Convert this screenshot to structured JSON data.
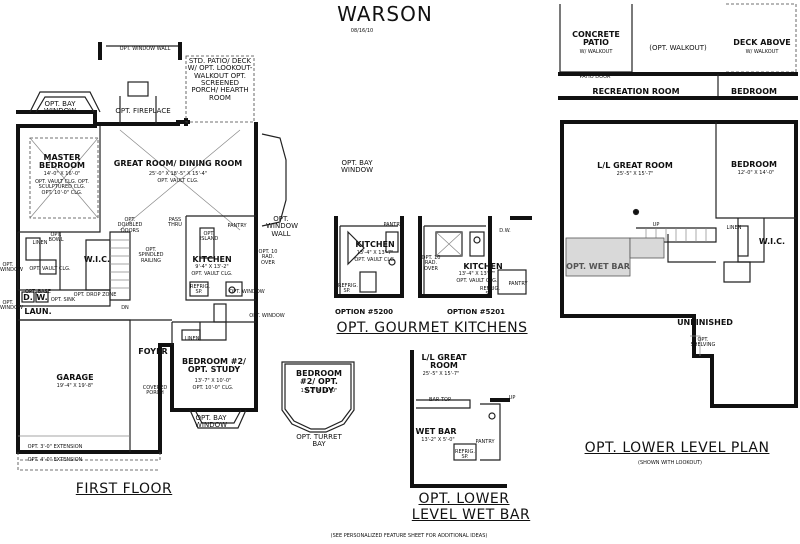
{
  "title": "WARSON",
  "date": "08/16/10",
  "footer_note": "(SEE PERSONALIZED FEATURE SHEET FOR ADDITIONAL IDEAS)",
  "first_floor": {
    "heading": "FIRST FLOOR",
    "labels": {
      "window_wall_top": "OPT. WINDOW WALL",
      "patio_deck": "STD. PATIO/ DECK W/ OPT. LOOKOUT-WALKOUT OPT. SCREENED PORCH/ HEARTH ROOM",
      "bay_window_left": "OPT. BAY WINDOW",
      "fireplace": "OPT. FIREPLACE",
      "master_bedroom": "MASTER BEDROOM",
      "master_dims": "14'-0\" X 16'-0\"",
      "master_ceiling": "OPT. VAULT CLG. OPT. SCULPTURED CLG. OPT. 10'-0\" CLG.",
      "great_room": "GREAT ROOM/ DINING ROOM",
      "great_dims": "25'-0\" X 18'-5\" X 15'-4\"",
      "great_ceiling": "OPT. VAULT CLG.",
      "double_doors": "OPT. DOUBLED DOORS",
      "pass_thru": "PASS THRU",
      "pantry": "PANTRY",
      "window_wall_right": "OPT. WINDOW WALL",
      "opt_bowl": "OPT. BOWL",
      "linen": "LINEN",
      "wic": "W.I.C.",
      "opt_window_a": "OPT. WINDOW",
      "vault_clg": "OPT. VAULT CLG.",
      "spindled_railing": "OPT. SPINDLED RAILING",
      "opt_island": "OPT. ISLAND",
      "kitchen": "KITCHEN",
      "kitchen_dims": "9'-4\" X 13'-2\"",
      "kitchen_ceiling": "OPT. VAULT CLG.",
      "drop_zone": "OPT. DROP ZONE",
      "opt_sink": "OPT. SINK",
      "opt_base": "OPT. BASE",
      "dryer": "D.",
      "washer": "W.",
      "opt_window_b": "OPT. WINDOW",
      "refrig_sp": "REFRIG. SP.",
      "rad_over": "OPT. 10 RAD. OVER",
      "laun": "LAUN.",
      "dn": "DN",
      "opt_window_c": "OPT. WINDOW",
      "opt_window_d": "OPT. WINDOW",
      "linen2": "LINEN",
      "foyer": "FOYER",
      "garage": "GARAGE",
      "garage_dims": "19'-4\" X 19'-8\"",
      "covered_porch": "COVERED PORCH",
      "bedroom2": "BEDROOM #2/ OPT. STUDY",
      "bedroom2_dims": "13'-7\" X 10'-0\"",
      "bedroom2_ceiling": "OPT. 10'-0\" CLG.",
      "bay_window_bottom": "OPT. BAY WINDOW",
      "ext_3": "OPT. 3'-0\" EXTENSION",
      "ext_4": "OPT. 4'-0\" EXTENSION",
      "turret_room": "BEDROOM #2/ OPT. STUDY",
      "turret_dims": "13'-7\" X 14'-0\"",
      "turret_bay": "OPT. TURRET BAY",
      "bay_window_mid": "OPT. BAY WINDOW"
    }
  },
  "gourmet": {
    "heading": "OPT. GOURMET KITCHENS",
    "k1_label": "KITCHEN",
    "k1_dims": "13'-4\" X 13'-7\"",
    "k1_ceiling": "OPT. VAULT CLG.",
    "k1_pantry": "PANTRY",
    "k1_refrig": "REFRIG. SP.",
    "k1_option": "OPTION #5200",
    "k2_label": "KITCHEN",
    "k2_dims": "13'-4\" X 13'-7\"",
    "k2_ceiling": "OPT. VAULT CLG.",
    "k2_rad": "OPT. 10 RAD. OVER",
    "k2_dw": "D.W.",
    "k2_refrig": "REFRIG. SP.",
    "k2_pantry": "PANTRY",
    "k2_option": "OPTION #5201"
  },
  "wetbar": {
    "heading_line1": "OPT. LOWER",
    "heading_line2": "LEVEL WET BAR",
    "great_room": "L/L GREAT ROOM",
    "great_dims": "25'-5\" X 15'-7\"",
    "bar_top": "BAR TOP",
    "wet_bar": "WET BAR",
    "wet_bar_dims": "13'-2\" X 5'-0\"",
    "refrig": "REFRIG. SP.",
    "pantry": "PANTRY",
    "up": "UP"
  },
  "lower_level": {
    "heading": "OPT. LOWER LEVEL PLAN",
    "subheading": "(SHOWN WITH LOOKOUT)",
    "concrete_patio": "CONCRETE PATIO",
    "patio_sub": "W/ WALKOUT",
    "opt_walkout": "(OPT. WALKOUT)",
    "deck_above": "DECK ABOVE",
    "deck_sub": "W/ WALKOUT",
    "patio_door": "PATIO DOOR",
    "recreation_room": "RECREATION ROOM",
    "bedroom_top": "BEDROOM",
    "ll_great_room": "L/L GREAT ROOM",
    "ll_great_dims": "25'-5\" X 15'-7\"",
    "bedroom": "BEDROOM",
    "bedroom_dims": "12'-0\" X 14'-0\"",
    "linen": "LINEN",
    "wic": "W.I.C.",
    "up": "UP",
    "opt_wet_bar": "OPT. WET BAR",
    "unfinished": "UNFINISHED",
    "opt_shelving": "OPT. SHELVING"
  }
}
